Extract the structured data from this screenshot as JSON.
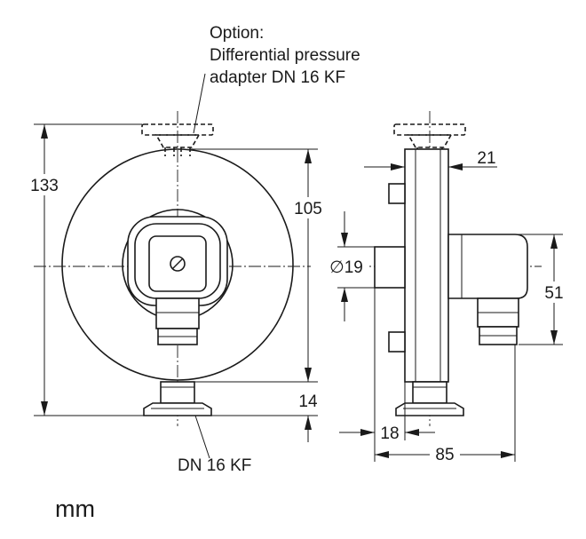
{
  "drawing": {
    "option_line1": "Option:",
    "option_line2": "Differential pressure",
    "option_line3": "adapter DN 16 KF",
    "flange_label": "DN 16 KF",
    "unit": "mm",
    "dimensions": {
      "overall_height": "133",
      "body_height": "105",
      "flange_offset": "14",
      "top_depth": "21",
      "port_diameter": "∅19",
      "connector_height": "51",
      "port_offset": "18",
      "overall_depth": "85"
    }
  }
}
